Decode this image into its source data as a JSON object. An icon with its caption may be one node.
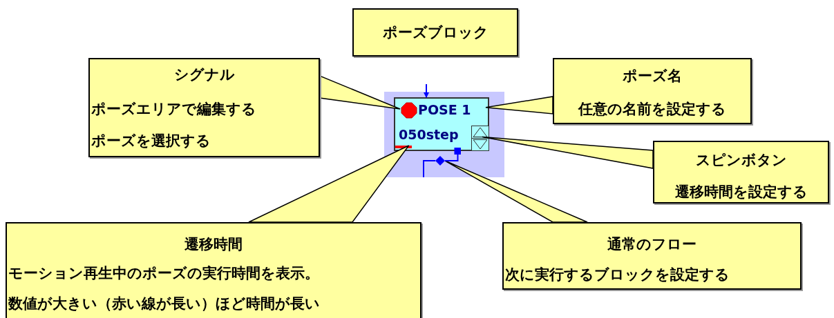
{
  "diagram": {
    "nodes": [
      {
        "text": [
          "ポーズブロック"
        ]
      },
      {
        "text": [
          "シグナル",
          "ポーズエリアで編集する",
          "ポーズを選択する"
        ]
      },
      {
        "text": [
          "ポーズ名",
          "任意の名前を設定する"
        ]
      },
      {
        "text": [],
        "shape": "box"
      },
      {
        "text": [
          "050step"
        ],
        "in": 3
      },
      {
        "text": [],
        "shape": "circle",
        "in": 4
      },
      {
        "text": [
          "POSE 1"
        ],
        "in": 4
      },
      {
        "text": [],
        "shape": "box",
        "in": 4
      },
      {
        "text": [],
        "shape": "bar",
        "in": 4
      },
      {
        "text": [],
        "shape": "diamond",
        "in": 3
      },
      {
        "text": [
          "スピンボタン",
          "遷移時間を設定する"
        ]
      },
      {
        "text": [
          "遷移時間",
          "モーション再生中のポーズの実行時間を表示。",
          "数値が大きい（赤い線が長い）ほど時間が長い"
        ]
      },
      {
        "text": [
          "通常のフロー",
          "次に実行するブロックを設定する"
        ]
      }
    ],
    "edges": [
      {
        "from": 1,
        "to": 5,
        "arrow": "none"
      },
      {
        "from": 2,
        "to": 6,
        "arrow": "none"
      },
      {
        "from": 10,
        "to": 7,
        "arrow": "none"
      },
      {
        "from": 11,
        "to": 8,
        "arrow": "none"
      },
      {
        "from": 12,
        "to": 9,
        "arrow": "none"
      },
      {
        "from": null,
        "to": 4,
        "arrow": "to",
        "color": "#0000ff"
      },
      {
        "from": 4,
        "to": 9,
        "arrow": "other",
        "color": "#0000ff"
      },
      {
        "from": 9,
        "to": 3,
        "arrow": "none",
        "color": "#0000ff"
      }
    ]
  }
}
